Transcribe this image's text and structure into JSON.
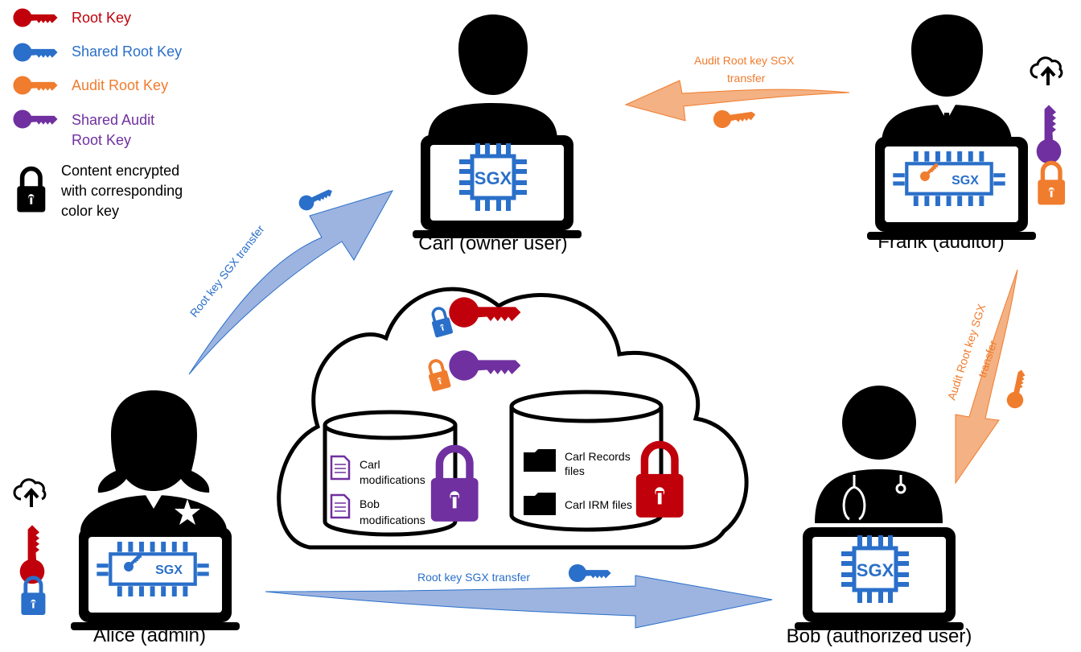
{
  "legend": {
    "root_key": "Root Key",
    "shared_root_key": "Shared Root Key",
    "audit_root_key": "Audit Root Key",
    "shared_audit_root_key_line1": "Shared Audit",
    "shared_audit_root_key_line2": "Root Key",
    "lock_line1": "Content encrypted",
    "lock_line2": "with corresponding",
    "lock_line3": "color key"
  },
  "people": {
    "carl": "Carl (owner user)",
    "frank": "Frank (auditor)",
    "alice": "Alice (admin)",
    "bob": "Bob (authorized user)"
  },
  "chip_label": "SGX",
  "transfers": {
    "alice_to_carl": "Root key SGX transfer",
    "alice_to_bob": "Root key SGX transfer",
    "frank_to_carl_line1": "Audit Root key SGX",
    "frank_to_carl_line2": "transfer",
    "frank_to_bob_line1": "Audit Root key SGX",
    "frank_to_bob_line2": "transfer"
  },
  "cloud": {
    "left_db_files": [
      {
        "line1": "Carl",
        "line2": "modifications"
      },
      {
        "line1": "Bob",
        "line2": "modifications"
      }
    ],
    "right_db_files": [
      {
        "line1": "Carl Records",
        "line2": "files"
      },
      {
        "line1": "Carl IRM files",
        "line2": ""
      }
    ]
  },
  "colors": {
    "root_key": "#c0000b",
    "shared_root_key": "#2a6fc9",
    "audit_root_key": "#f07c2e",
    "shared_audit_root_key": "#7030a0",
    "arrow_blue": "#8eaadb",
    "arrow_orange": "#f4b183",
    "sgx_blue": "#2a6fc9"
  },
  "icons": [
    "key-icon",
    "lock-icon",
    "cloud-upload-icon",
    "document-icon",
    "folder-icon",
    "chip-icon",
    "person-icon",
    "laptop-icon",
    "stethoscope-icon",
    "star-icon"
  ]
}
